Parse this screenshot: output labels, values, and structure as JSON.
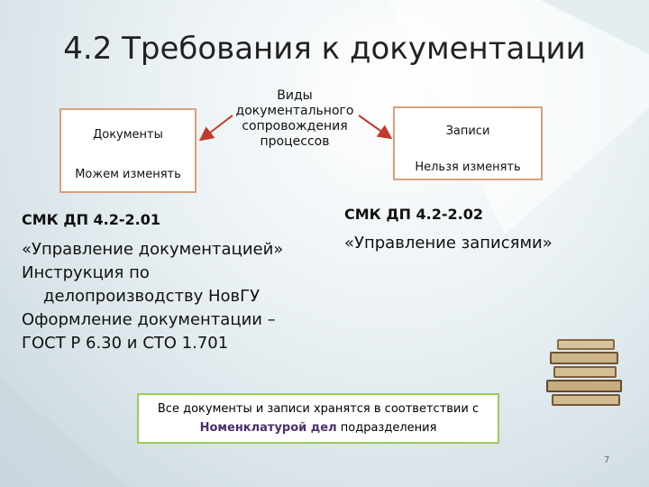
{
  "slide": {
    "title": "4.2 Требования к документации",
    "left_box": {
      "line1": "Документы",
      "line2": "Можем изменять"
    },
    "center_label": [
      "Виды",
      "документального",
      "сопровождения",
      "процессов"
    ],
    "right_box": {
      "line1": "Записи",
      "line2": "Нельзя изменять"
    },
    "left_code": "СМК ДП 4.2-2.01",
    "left_text": [
      "«Управление документацией»",
      "Инструкция по",
      "делопроизводству НовГУ",
      "Оформление  документации –",
      "ГОСТ Р 6.30 и СТО 1.701"
    ],
    "right_code": "СМК ДП 4.2-2.02",
    "right_text": "«Управление записями»",
    "bottom_note": {
      "line1": "Все документы и записи хранятся в соответствии с",
      "highlight": "Номенклатурой дел",
      "rest": " подразделения"
    },
    "page_number": "7"
  },
  "colors": {
    "box_border": "#d9a07a",
    "arrow": "#c0392b",
    "note_border": "#9ccb5a",
    "highlight": "#4b2f6e"
  }
}
